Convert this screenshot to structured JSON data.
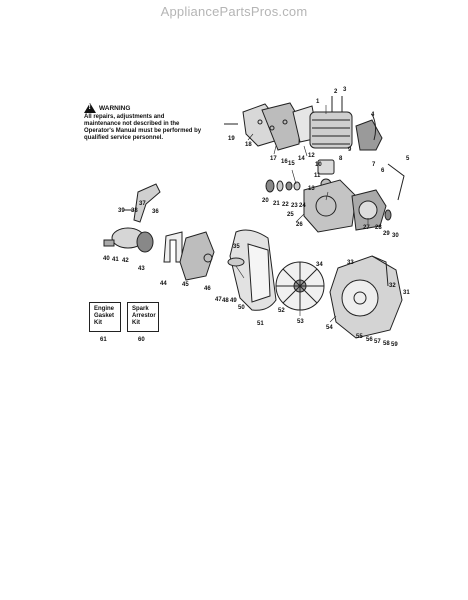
{
  "watermark": "AppliancePartsPros.com",
  "warning": {
    "title": "WARNING",
    "text": "All repairs, adjustments and maintenance not described in the Operator's Manual must be performed by qualified service personnel."
  },
  "kits": [
    {
      "label": "Engine Gasket Kit",
      "number": "61"
    },
    {
      "label": "Spark Arrestor Kit",
      "number": "60"
    }
  ],
  "part_numbers": [
    "1",
    "2",
    "3",
    "4",
    "5",
    "6",
    "7",
    "8",
    "9",
    "10",
    "11",
    "12",
    "13",
    "14",
    "15",
    "16",
    "17",
    "18",
    "19",
    "20",
    "21",
    "22",
    "23",
    "24",
    "25",
    "26",
    "27",
    "28",
    "29",
    "30",
    "31",
    "32",
    "33",
    "34",
    "35",
    "36",
    "37",
    "38",
    "39",
    "40",
    "41",
    "42",
    "43",
    "44",
    "45",
    "46",
    "47",
    "48",
    "49",
    "50",
    "51",
    "52",
    "53",
    "54",
    "55",
    "56",
    "57",
    "58",
    "59"
  ]
}
